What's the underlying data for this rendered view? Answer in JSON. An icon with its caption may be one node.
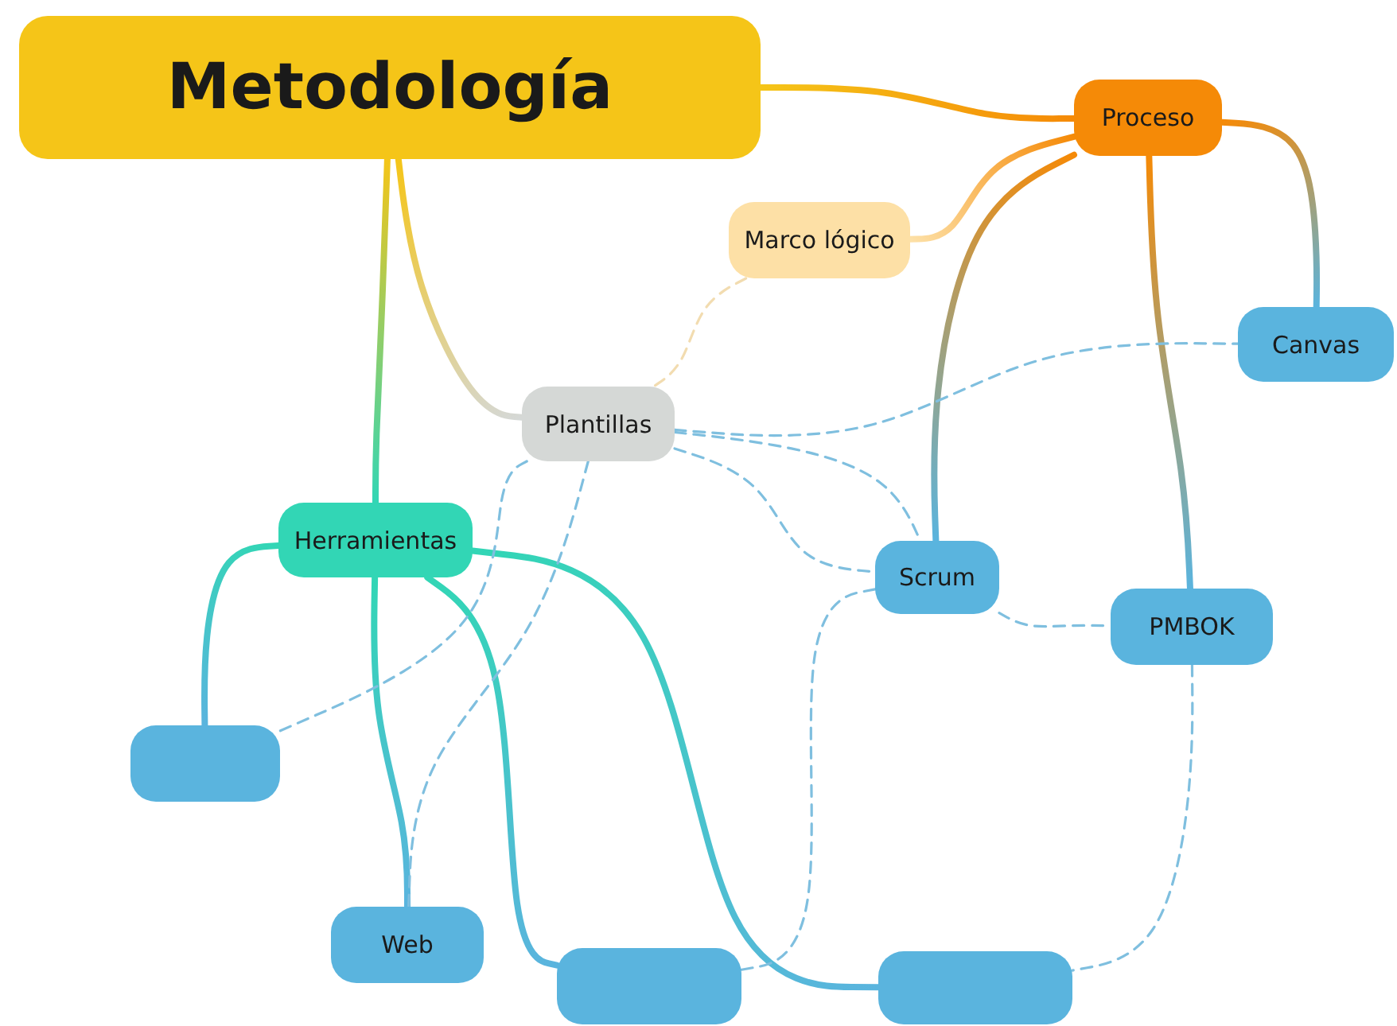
{
  "diagram": {
    "nodes": [
      {
        "text": [
          "Metodología"
        ]
      },
      {
        "text": [
          "Proceso"
        ]
      },
      {
        "text": [
          "Marco lógico"
        ]
      },
      {
        "text": [
          "Canvas"
        ]
      },
      {
        "text": [
          "Plantillas"
        ]
      },
      {
        "text": [
          "Herramientas"
        ]
      },
      {
        "text": [
          "Scrum"
        ]
      },
      {
        "text": [
          "PMBOK"
        ]
      },
      {
        "text": [],
        "shape": "box"
      },
      {
        "text": [
          "Web"
        ]
      },
      {
        "text": [],
        "shape": "box"
      },
      {
        "text": [],
        "shape": "box"
      }
    ],
    "edges": [
      {
        "from": 0,
        "to": 1,
        "arrow": "none"
      },
      {
        "from": 0,
        "to": 5,
        "arrow": "none"
      },
      {
        "from": 0,
        "to": 4,
        "arrow": "none"
      },
      {
        "from": 1,
        "to": 2,
        "arrow": "none"
      },
      {
        "from": 1,
        "to": 3,
        "arrow": "none"
      },
      {
        "from": 1,
        "to": 6,
        "arrow": "none"
      },
      {
        "from": 1,
        "to": 7,
        "arrow": "none"
      },
      {
        "from": 5,
        "to": 8,
        "arrow": "none"
      },
      {
        "from": 5,
        "to": 9,
        "arrow": "none"
      },
      {
        "from": 5,
        "to": 10,
        "arrow": "none"
      },
      {
        "from": 5,
        "to": 11,
        "arrow": "none"
      },
      {
        "from": 2,
        "to": 4,
        "arrow": "none",
        "style": "dashed",
        "color": "#f2dcb0"
      },
      {
        "from": 4,
        "to": 3,
        "arrow": "none",
        "style": "dashed",
        "color": "#7fbfdf"
      },
      {
        "from": 4,
        "to": 6,
        "arrow": "none",
        "style": "dashed",
        "color": "#7fbfdf"
      },
      {
        "from": 4,
        "to": 6,
        "arrow": "none",
        "style": "dashed",
        "color": "#7fbfdf"
      },
      {
        "from": 4,
        "to": 8,
        "arrow": "none",
        "style": "dashed",
        "color": "#7fbfdf"
      },
      {
        "from": 4,
        "to": 9,
        "arrow": "none",
        "style": "dashed",
        "color": "#7fbfdf"
      },
      {
        "from": 6,
        "to": 7,
        "arrow": "none",
        "style": "dashed",
        "color": "#7fbfdf"
      },
      {
        "from": 6,
        "to": 10,
        "arrow": "none",
        "style": "dashed",
        "color": "#7fbfdf"
      },
      {
        "from": 7,
        "to": 11,
        "arrow": "none",
        "style": "dashed",
        "color": "#7fbfdf"
      }
    ]
  }
}
